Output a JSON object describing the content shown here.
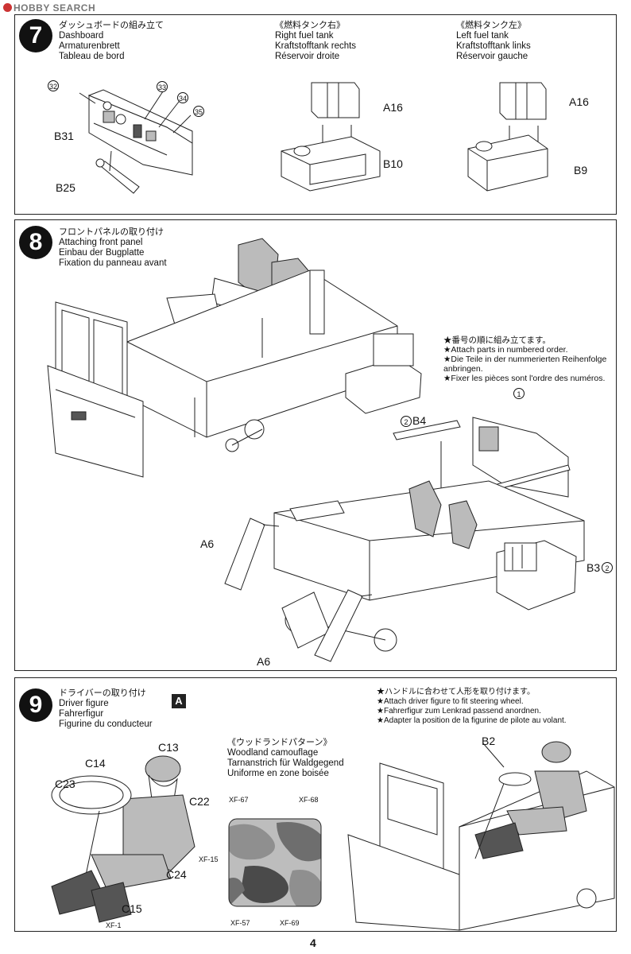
{
  "watermark": "HOBBY SEARCH",
  "page_number": "4",
  "step7": {
    "number": "7",
    "dashboard": {
      "jp": "ダッシュボードの組み立て",
      "en": "Dashboard",
      "de": "Armaturenbrett",
      "fr": "Tableau de bord"
    },
    "right_tank": {
      "jp": "《燃料タンク右》",
      "en": "Right fuel tank",
      "de": "Kraftstofftank rechts",
      "fr": "Réservoir droite"
    },
    "left_tank": {
      "jp": "《燃料タンク左》",
      "en": "Left fuel tank",
      "de": "Kraftstofftank links",
      "fr": "Réservoir gauche"
    },
    "decals": [
      "32",
      "33",
      "34",
      "35"
    ],
    "parts": {
      "b31": "B31",
      "b25": "B25",
      "a16_right": "A16",
      "b10": "B10",
      "a16_left": "A16",
      "b9": "B9"
    }
  },
  "step8": {
    "number": "8",
    "title": {
      "jp": "フロントパネルの取り付け",
      "en": "Attaching front panel",
      "de": "Einbau der Bugplatte",
      "fr": "Fixation du panneau avant"
    },
    "note": {
      "jp": "★番号の順に組み立てます。",
      "en": "★Attach parts in numbered order.",
      "de1": "★Die Teile in der nummerierten Reihenfolge",
      "de2": "anbringen.",
      "fr": "★Fixer les pièces sont l'ordre des numéros."
    },
    "seq1": "1",
    "seq2": "2",
    "parts": {
      "b4": "B4",
      "a6_top": "A6",
      "a6_bottom": "A6",
      "b3": "B3"
    }
  },
  "step9": {
    "number": "9",
    "badge": "A",
    "title": {
      "jp": "ドライバーの取り付け",
      "en": "Driver figure",
      "de": "Fahrerfigur",
      "fr": "Figurine du conducteur"
    },
    "camo": {
      "jp": "《ウッドランドパターン》",
      "en": "Woodland camouflage",
      "de": "Tarnanstrich für Waldgegend",
      "fr": "Uniforme en zone boisée"
    },
    "note": {
      "jp": "★ハンドルに合わせて人形を取り付けます。",
      "en": "★Attach driver figure to fit steering wheel.",
      "de": "★Fahrerfigur zum Lenkrad passend anordnen.",
      "fr": "★Adapter la position de la figurine de pilote au volant."
    },
    "parts": {
      "c13": "C13",
      "c14": "C14",
      "c23": "C23",
      "c22": "C22",
      "c24": "C24",
      "c15": "C15",
      "b2": "B2"
    },
    "paints": {
      "xf15": "XF-15",
      "xf1": "XF-1",
      "xf67": "XF-67",
      "xf68": "XF-68",
      "xf57": "XF-57",
      "xf69": "XF-69"
    }
  }
}
